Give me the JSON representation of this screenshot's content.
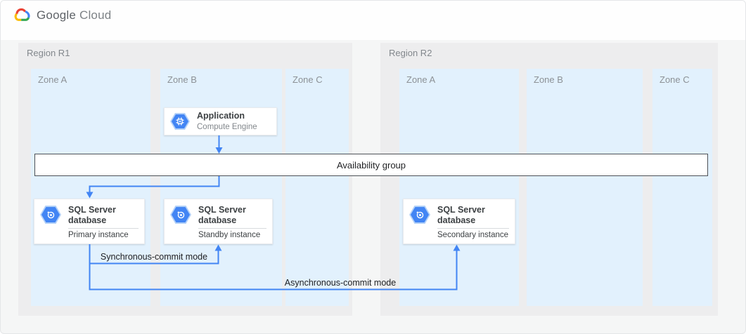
{
  "brand": {
    "name_primary": "Google",
    "name_secondary": "Cloud",
    "logo_icon": "google-cloud-logo-icon"
  },
  "regions": [
    {
      "label": "Region R1",
      "zones": [
        {
          "label": "Zone A"
        },
        {
          "label": "Zone B"
        },
        {
          "label": "Zone C"
        }
      ]
    },
    {
      "label": "Region R2",
      "zones": [
        {
          "label": "Zone A"
        },
        {
          "label": "Zone B"
        },
        {
          "label": "Zone C"
        }
      ]
    }
  ],
  "availability_group": {
    "label": "Availability group"
  },
  "nodes": {
    "application": {
      "title": "Application",
      "subtitle": "Compute Engine",
      "icon": "compute-engine-icon"
    },
    "sql_primary": {
      "title": "SQL Server database",
      "instance": "Primary instance",
      "icon": "sql-server-icon"
    },
    "sql_standby": {
      "title": "SQL Server database",
      "instance": "Standby instance",
      "icon": "sql-server-icon"
    },
    "sql_secondary": {
      "title": "SQL Server database",
      "instance": "Secondary instance",
      "icon": "sql-server-icon"
    }
  },
  "connections": {
    "sync_label": "Synchronous-commit mode",
    "async_label": "Asynchronous-commit mode"
  },
  "colors": {
    "arrow_blue": "#4285f4",
    "icon_blue": "#4285f4",
    "icon_ring_blue": "#b3d1f8",
    "zone_fill": "#e2f1fd",
    "region_fill": "#ededee",
    "page_background": "#f5f6f6",
    "availability_border": "#4d5156",
    "logo_red": "#ea4335",
    "logo_blue": "#4285f4",
    "logo_yellow": "#fbbc04",
    "logo_green": "#34a853"
  }
}
